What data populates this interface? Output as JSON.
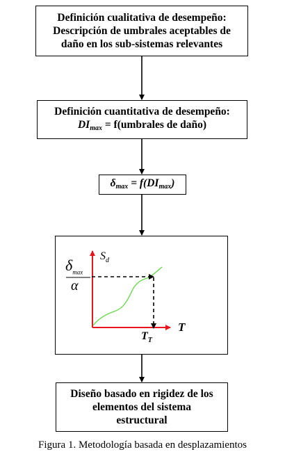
{
  "box1": {
    "line1": "Definición cualitativa de desempeño:",
    "line2": "Descripción de umbrales aceptables de",
    "line3": "daño en los sub-sistemas relevantes"
  },
  "box2": {
    "line1": "Definición cuantitativa de desempeño:",
    "line2_symbol": "DI",
    "line2_sub": "max",
    "line2_rest": " = f(umbrales de daño)"
  },
  "box3": {
    "left_symbol": "δ",
    "left_sub": "max",
    "middle": " = f(DI",
    "right_sub": "max",
    "end": ")"
  },
  "graph": {
    "y_label": "S",
    "y_label_sub": "d",
    "x_label": "T",
    "t_label": "T",
    "t_label_sub": "T",
    "frac_num": "δ",
    "frac_num_sub": "max",
    "frac_den": "α",
    "axis_color": "#e8151b",
    "curve_color": "#5ddc3c"
  },
  "box5": {
    "line1": "Diseño basado en rigidez de los",
    "line2": "elementos del sistema",
    "line3": "estructural"
  },
  "caption": "Figura 1. Metodología basada en desplazamientos"
}
